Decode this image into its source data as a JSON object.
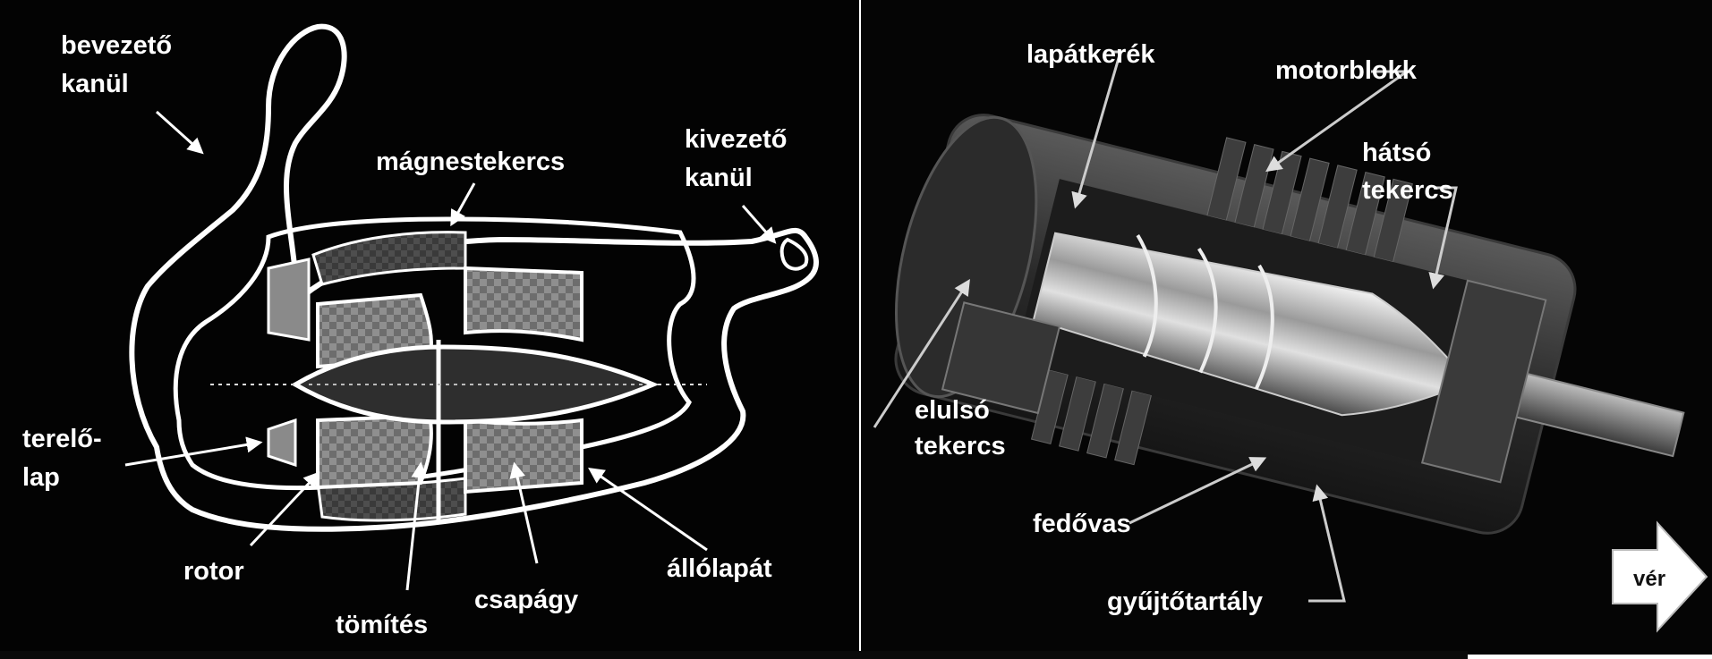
{
  "left_diagram": {
    "labels": {
      "inlet_cannula": [
        "bevezető",
        "kanül"
      ],
      "outlet_cannula": [
        "kivezető",
        "kanül"
      ],
      "magnetic_coil": "mágnestekercs",
      "guide_plate": [
        "terelő-",
        "lap"
      ],
      "rotor": "rotor",
      "seal": "tömítés",
      "bearing": "csapágy",
      "stator_blade": "állólapát"
    }
  },
  "right_diagram": {
    "labels": {
      "impeller": "lapátkerék",
      "motor_block": "motorblokk",
      "rear_coil": [
        "hátsó",
        "tekercs"
      ],
      "front_coil": [
        "elulsó",
        "tekercs"
      ],
      "cover_belt": "fedővas",
      "collector_tank": "gyűjtőtartály",
      "blood_arrow": "vér"
    }
  }
}
